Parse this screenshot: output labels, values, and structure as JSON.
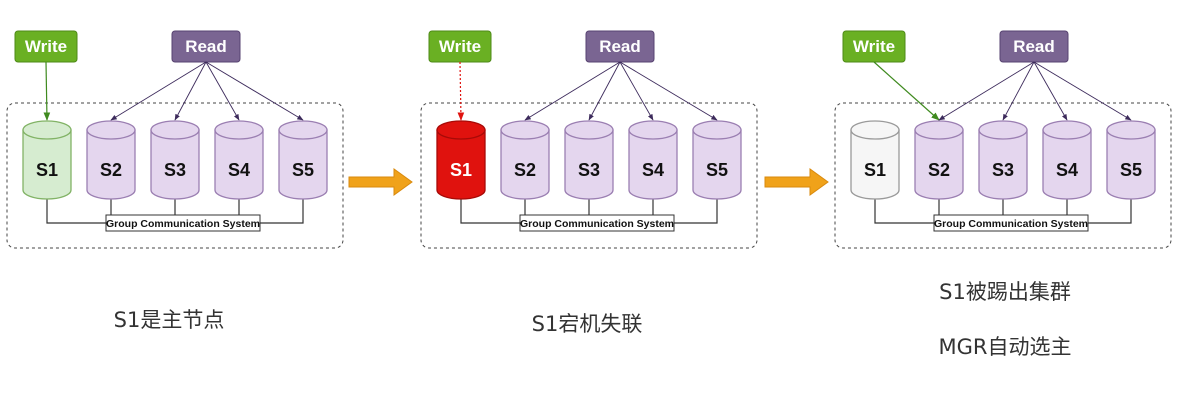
{
  "colors": {
    "write_fill": "#6ab023",
    "write_border": "#4e8a17",
    "read_fill": "#7a6592",
    "read_border": "#574371",
    "primary_fill": "#d6ecd0",
    "primary_stroke": "#82b366",
    "secondary_fill": "#e4d6ee",
    "secondary_stroke": "#9b7fb2",
    "failed_fill": "#e0120e",
    "failed_stroke": "#a80a07",
    "removed_fill": "#f6f6f6",
    "removed_stroke": "#9a9a9a",
    "arrow_orange": "#f0a21a",
    "write_arrow": "#3f8a1f",
    "read_arrow": "#3d2b5c",
    "failed_link": "#e0120e"
  },
  "panels": [
    {
      "write_label": "Write",
      "read_label": "Read",
      "gcs_label": "Group Communication System",
      "write_target": "S1",
      "write_link": "solid",
      "nodes": [
        {
          "label": "S1",
          "state": "primary"
        },
        {
          "label": "S2",
          "state": "secondary"
        },
        {
          "label": "S3",
          "state": "secondary"
        },
        {
          "label": "S4",
          "state": "secondary"
        },
        {
          "label": "S5",
          "state": "secondary"
        }
      ],
      "read_targets": [
        "S2",
        "S3",
        "S4",
        "S5"
      ],
      "captions": [
        "S1是主节点"
      ]
    },
    {
      "write_label": "Write",
      "read_label": "Read",
      "gcs_label": "Group Communication System",
      "write_target": "S1",
      "write_link": "dashed",
      "nodes": [
        {
          "label": "S1",
          "state": "failed"
        },
        {
          "label": "S2",
          "state": "secondary"
        },
        {
          "label": "S3",
          "state": "secondary"
        },
        {
          "label": "S4",
          "state": "secondary"
        },
        {
          "label": "S5",
          "state": "secondary"
        }
      ],
      "read_targets": [
        "S2",
        "S3",
        "S4",
        "S5"
      ],
      "captions": [
        "S1宕机失联"
      ]
    },
    {
      "write_label": "Write",
      "read_label": "Read",
      "gcs_label": "Group Communication System",
      "write_target": "S2",
      "write_link": "solid",
      "nodes": [
        {
          "label": "S1",
          "state": "removed"
        },
        {
          "label": "S2",
          "state": "secondary"
        },
        {
          "label": "S3",
          "state": "secondary"
        },
        {
          "label": "S4",
          "state": "secondary"
        },
        {
          "label": "S5",
          "state": "secondary"
        }
      ],
      "read_targets": [
        "S2",
        "S3",
        "S4",
        "S5"
      ],
      "captions": [
        "S1被踢出集群",
        "MGR自动选主"
      ]
    }
  ]
}
